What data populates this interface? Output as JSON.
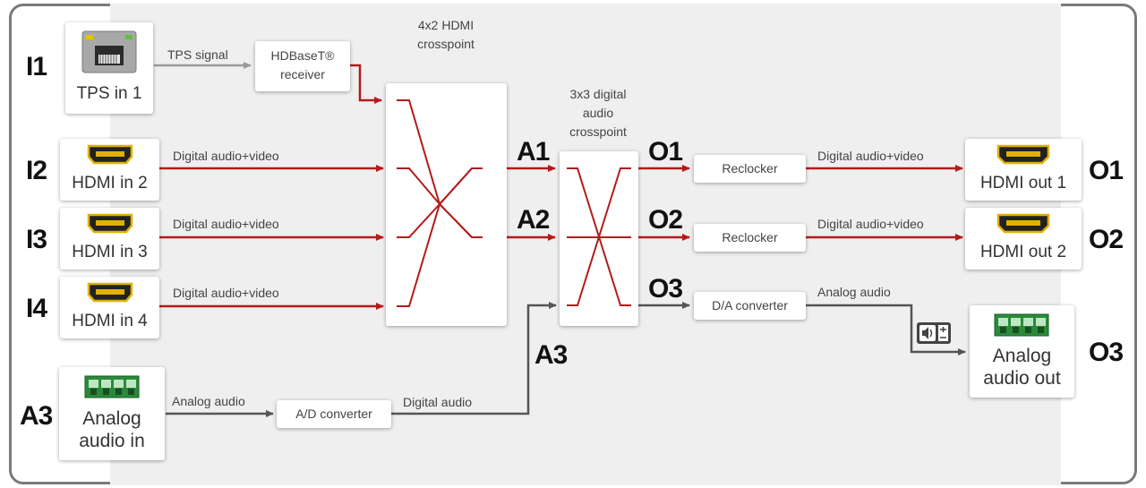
{
  "labels": {
    "i1": "I1",
    "i2": "I2",
    "i3": "I3",
    "i4": "I4",
    "a3_left": "A3",
    "a1": "A1",
    "a2": "A2",
    "a3_mid": "A3",
    "o1": "O1",
    "o2": "O2",
    "o3": "O3",
    "o1_right": "O1",
    "o2_right": "O2",
    "o3_right": "O3"
  },
  "ports": {
    "tps_in": "TPS in 1",
    "hdmi_in2": "HDMI in 2",
    "hdmi_in3": "HDMI in 3",
    "hdmi_in4": "HDMI in 4",
    "analog_in_line1": "Analog",
    "analog_in_line2": "audio in",
    "hdmi_out1": "HDMI out 1",
    "hdmi_out2": "HDMI out 2",
    "analog_out_line1": "Analog",
    "analog_out_line2": "audio out"
  },
  "blocks": {
    "hdbaset_line1": "HDBaseT®",
    "hdbaset_line2": "receiver",
    "hdmi_xp_line1": "4x2 HDMI",
    "hdmi_xp_line2": "crosspoint",
    "audio_xp_line1": "3x3 digital",
    "audio_xp_line2": "audio",
    "audio_xp_line3": "crosspoint",
    "reclocker1": "Reclocker",
    "reclocker2": "Reclocker",
    "da_converter": "D/A converter",
    "ad_converter": "A/D converter"
  },
  "signals": {
    "tps_signal": "TPS signal",
    "in2": "Digital audio+video",
    "in3": "Digital audio+video",
    "in4": "Digital audio+video",
    "out1": "Digital audio+video",
    "out2": "Digital audio+video",
    "analog_in": "Analog audio",
    "digital_audio": "Digital audio",
    "analog_out": "Analog audio"
  },
  "colors": {
    "video_line": "#b31b1b",
    "audio_line": "#555555",
    "tps_line": "#9a9a9a",
    "hdmi_gold": "#e0b100",
    "terminal_green": "#2a8a3a"
  }
}
